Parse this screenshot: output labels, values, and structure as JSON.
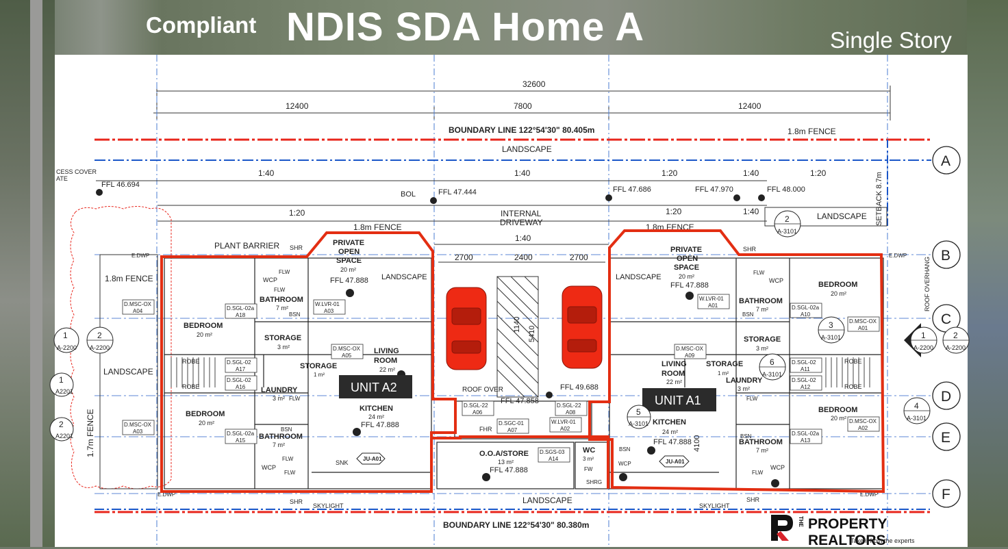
{
  "header": {
    "compliant": "Compliant",
    "title": "NDIS SDA Home A",
    "subtitle": "Single Story"
  },
  "dimensions": {
    "total": "32600",
    "left": "12400",
    "mid": "7800",
    "right": "12400",
    "p1": "2700",
    "p2": "2400",
    "p3": "2700"
  },
  "boundary_top": "BOUNDARY LINE 122°54'30\" 80.405m",
  "boundary_bottom": "BOUNDARY LINE 122°54'30\" 80.380m",
  "grid": [
    "A",
    "B",
    "C",
    "D",
    "E",
    "F"
  ],
  "site": {
    "fence_top": "1.8m FENCE",
    "landscape_top": "LANDSCAPE",
    "access": "CESS COVER",
    "ate": "ATE",
    "ffl1": "FFL 46.694",
    "bol": "BOL",
    "ffl2": "FFL 47.444",
    "ffl3": "FFL 47.686",
    "ffl4": "FFL 47.970",
    "ffl5": "FFL 48.000",
    "g1": "1:40",
    "g2": "1:40",
    "g3": "1:20",
    "g4": "1:40",
    "g5": "1:20",
    "g6": "1:20",
    "g7": "1:20",
    "g8": "1:40",
    "internal": "INTERNAL",
    "driveway": "DRIVEWAY",
    "drive_grade": "1:40",
    "fence_l": "1.8m FENCE",
    "fence_r": "1.8m FENCE",
    "setback": "SETBACK 8.7m",
    "landscape_r": "LANDSCAPE",
    "plant_barrier": "PLANT BARRIER",
    "shr1": "SHR",
    "shr2": "SHR",
    "edwp1": "E.DWP",
    "edwp2": "E.DWP",
    "edwp3": "E.DWP",
    "edwp4": "E.DWP",
    "fence_left": "1.8m FENCE",
    "landscape_left": "LANDSCAPE",
    "fence_vert": "1.7m FENCE",
    "skylight1": "SKYLIGHT",
    "skylight2": "SKYLIGHT",
    "shr3": "SHR",
    "shr4": "SHR",
    "landscape_bottom": "LANDSCAPE",
    "roof_over": "ROOF OVER",
    "ffl_garage": "FFL 47.858",
    "ffl_ramp": "FFL 49.688",
    "roof_overhang": "ROOF OVERHANG",
    "d140": "1140",
    "d5410": "5410",
    "d4100": "4100"
  },
  "unitA2": {
    "label": "UNIT A2",
    "private_open": "PRIVATE",
    "private_open2": "OPEN",
    "private_open3": "SPACE",
    "poa": "20 m²",
    "poffl": "FFL 47.888",
    "landscape": "LANDSCAPE",
    "bathroom": "BATHROOM",
    "bath_area": "7 m²",
    "bedroom": "BEDROOM",
    "bed_area": "20 m²",
    "storage": "STORAGE",
    "storage_area": "3 m²",
    "living": "LIVING",
    "room": "ROOM",
    "living_area": "22 m²",
    "storage2": "STORAGE",
    "storage2_area": "1 m²",
    "laundry": "LAUNDRY",
    "laundry_area": "3 m²",
    "bedroom2": "BEDROOM",
    "bed2_area": "20 m²",
    "kitchen": "KITCHEN",
    "kitchen_area": "24 m²",
    "kitchen_ffl": "FFL 47.888",
    "bathroom2": "BATHROOM",
    "bath2_area": "7 m²",
    "robe1": "ROBE",
    "robe2": "ROBE",
    "wcp1": "WCP",
    "wcp2": "WCP",
    "flw1": "FLW",
    "flw2": "FLW",
    "flw3": "FLW",
    "flw4": "FLW",
    "flw5": "FLW",
    "bsn1": "BSN",
    "bsn2": "BSN",
    "snk": "SNK",
    "ju": "JU-A01",
    "tags": [
      "D.MSC-OX",
      "A04",
      "D.SGL-02a",
      "A18",
      "W.LVR-01",
      "A03",
      "D.MSC-OX",
      "A05",
      "D.SGL-02",
      "A17",
      "D.SGL-02",
      "A16",
      "D.SGL-02a",
      "A15",
      "D.MSC-OX",
      "A03"
    ]
  },
  "garage": {
    "oo_store": "O.O.A/STORE",
    "area": "13 m²",
    "ffl": "FFL 47.888",
    "wc": "WC",
    "wc_area": "3 m²",
    "fhr": "FHR",
    "fw": "FW",
    "shrg": "SHRG",
    "tags": [
      "D.SGL-22",
      "A06",
      "D.SGC-01",
      "A07",
      "D.SGL-22",
      "A08",
      "W.LVR-01",
      "A02",
      "D.SGS-03",
      "A14"
    ]
  },
  "unitA1": {
    "label": "UNIT A1",
    "private": "PRIVATE",
    "open": "OPEN",
    "space": "SPACE",
    "poa": "20 m²",
    "poffl": "FFL 47.888",
    "landscape": "LANDSCAPE",
    "bathroom": "BATHROOM",
    "bath_area": "7 m²",
    "bedroom": "BEDROOM",
    "bed_area": "20 m²",
    "storage": "STORAGE",
    "storage_area": "3 m²",
    "living": "LIVING",
    "room": "ROOM",
    "living_area": "22 m²",
    "storage2": "STORAGE",
    "storage2_area": "1 m²",
    "laundry": "LAUNDRY",
    "laundry_area": "3 m²",
    "kitchen": "KITCHEN",
    "kitchen_area": "24 m²",
    "kitchen_ffl": "FFL 47.888",
    "bedroom2": "BEDROOM",
    "bed2_area": "20 m²",
    "bathroom2": "BATHROOM",
    "bath2_area": "7 m²",
    "robe1": "ROBE",
    "robe2": "ROBE",
    "wcp1": "WCP",
    "wcp2": "WCP",
    "bsn1": "BSN",
    "bsn2": "BSN",
    "bsn3": "BSN",
    "flw1": "FLW",
    "flw2": "FLW",
    "flw3": "FLW",
    "ju": "JU-A01",
    "tags": [
      "W.LVR-01",
      "A01",
      "D.SGL-02a",
      "A10",
      "D.MSC-OX",
      "A01",
      "D.MSC-OX",
      "A09",
      "D.SGL-02",
      "A11",
      "D.SGL-02",
      "A12",
      "D.SGL-02a",
      "A13",
      "D.MSC-OX",
      "A02"
    ]
  },
  "callouts": [
    {
      "n": "2",
      "r": "A-3101"
    },
    {
      "n": "3",
      "r": "A-3101"
    },
    {
      "n": "6",
      "r": "A-3101"
    },
    {
      "n": "4",
      "r": "A-3101"
    },
    {
      "n": "5",
      "r": "A-3101"
    },
    {
      "n": "1",
      "r": "A-2200"
    },
    {
      "n": "2",
      "r": "A-2200"
    },
    {
      "n": "2",
      "r": "A-2200"
    },
    {
      "n": "1",
      "r": "A-2200"
    },
    {
      "n": "1",
      "r": "A2201"
    },
    {
      "n": "2",
      "r": "A2201"
    }
  ],
  "logo": {
    "the": "THE",
    "name": "PROPERTY REALTORS",
    "tagline": "Take it from the experts"
  },
  "colors": {
    "boundary": "#e8251b",
    "unit_outline": "#e32e12",
    "gridline": "#1a56c8",
    "car": "#ee2a14"
  }
}
